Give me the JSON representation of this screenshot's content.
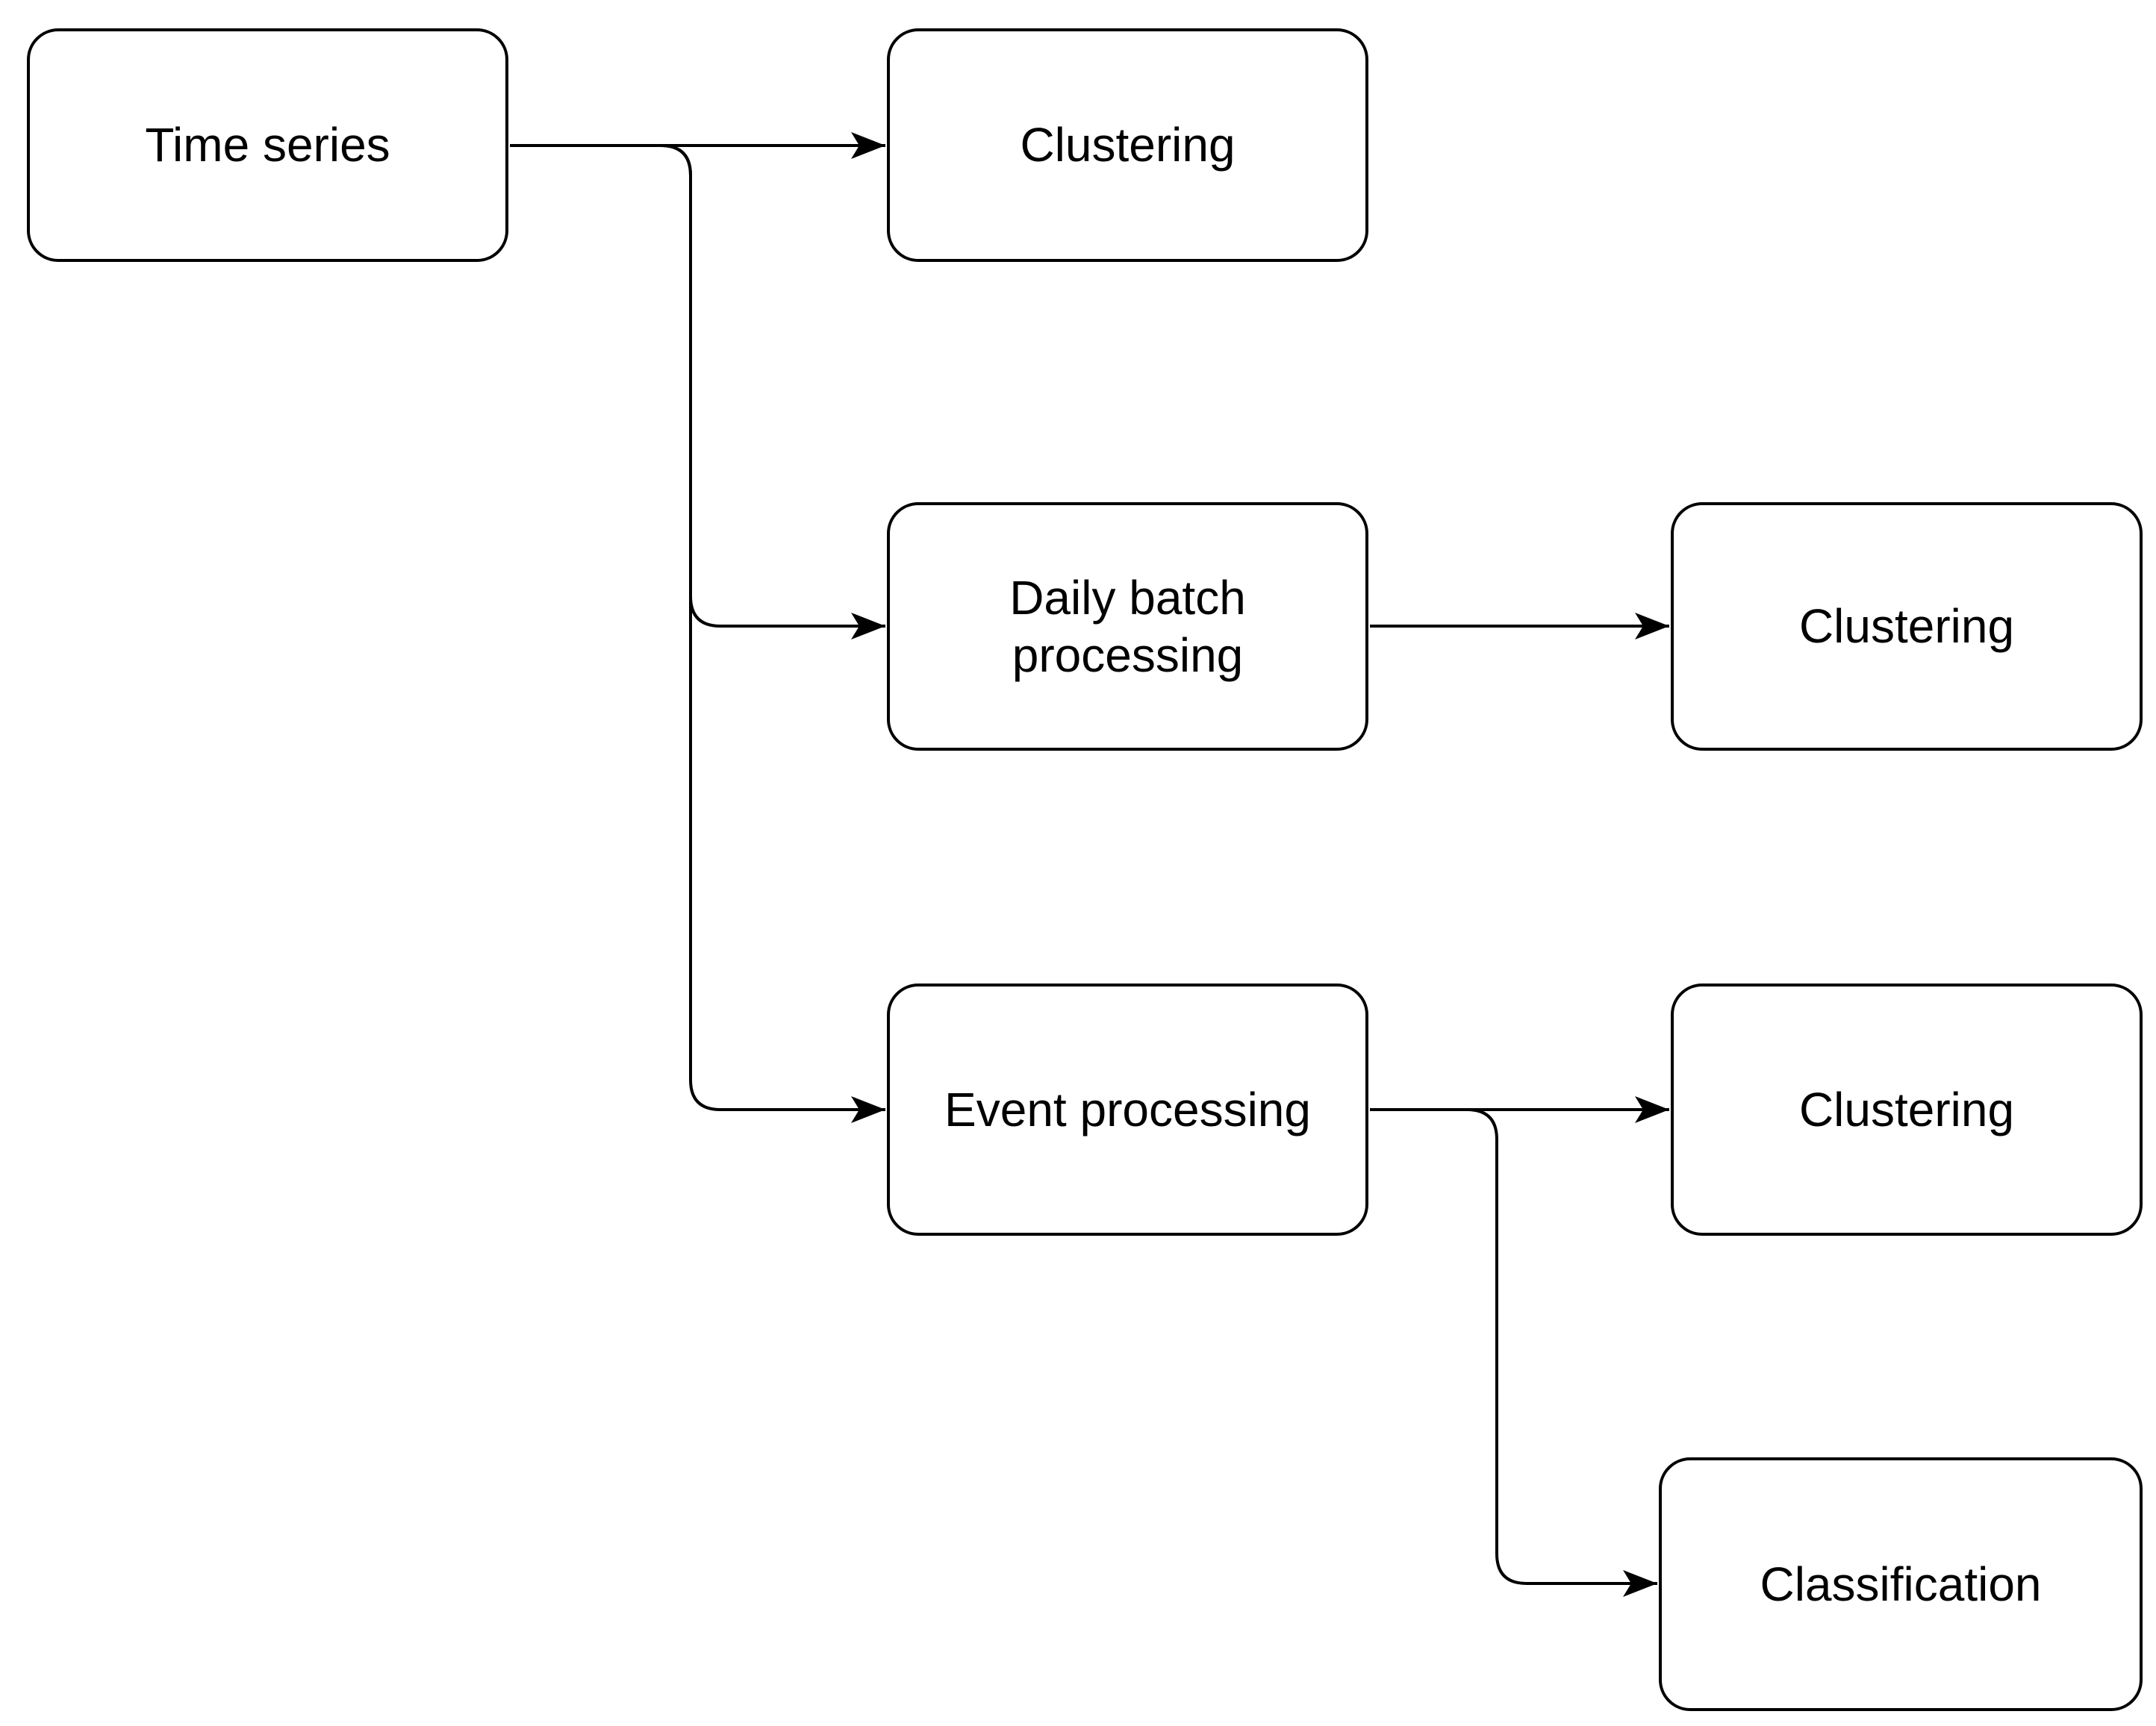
{
  "diagram": {
    "background_color": "#ffffff",
    "stroke_color": "#000000",
    "node_fill_color": "#ffffff",
    "nodes": [
      {
        "id": "time-series",
        "label": "Time series"
      },
      {
        "id": "clustering-1",
        "label": "Clustering"
      },
      {
        "id": "daily-batch-processing",
        "label": "Daily batch processing"
      },
      {
        "id": "clustering-2",
        "label": "Clustering"
      },
      {
        "id": "event-processing",
        "label": "Event processing"
      },
      {
        "id": "clustering-3",
        "label": "Clustering"
      },
      {
        "id": "classification",
        "label": "Classification"
      }
    ],
    "edges": [
      {
        "from": "time-series",
        "to": "clustering-1"
      },
      {
        "from": "time-series",
        "to": "daily-batch-processing"
      },
      {
        "from": "time-series",
        "to": "event-processing"
      },
      {
        "from": "daily-batch-processing",
        "to": "clustering-2"
      },
      {
        "from": "event-processing",
        "to": "clustering-3"
      },
      {
        "from": "event-processing",
        "to": "classification"
      }
    ]
  }
}
